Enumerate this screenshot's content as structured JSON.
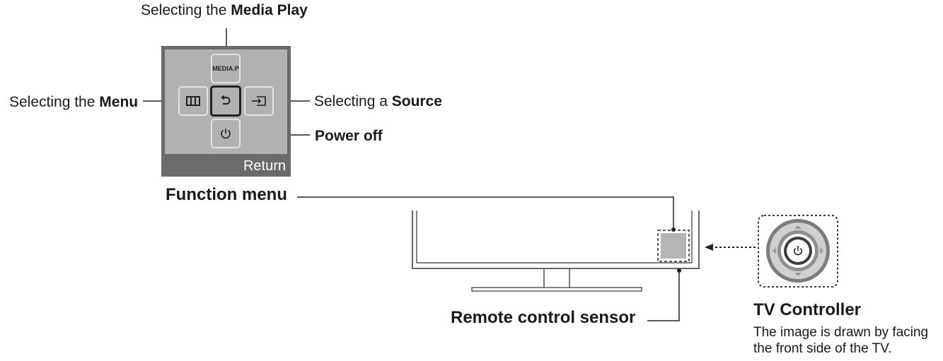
{
  "labels": {
    "media_play_prefix": "Selecting the ",
    "media_play_bold": "Media Play",
    "menu_prefix": "Selecting the ",
    "menu_bold": "Menu",
    "source_prefix": "Selecting a ",
    "source_bold": "Source",
    "power_off": "Power off",
    "function_menu": "Function menu",
    "remote_sensor": "Remote control sensor",
    "tv_controller": "TV Controller",
    "note_line1": "The image is drawn by facing",
    "note_line2": "the front side of the TV."
  },
  "panel": {
    "media_button": "MEDIA.P",
    "return": "Return"
  },
  "icons": {
    "menu": "grid-icon",
    "return": "return-arrow-icon",
    "source": "source-input-icon",
    "power": "power-icon"
  }
}
